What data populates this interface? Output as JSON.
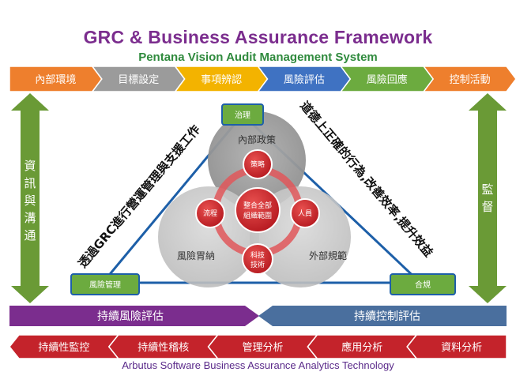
{
  "title": "GRC & Business Assurance Framework",
  "subtitle": "Pentana Vision Audit Management System",
  "top_flow": [
    {
      "label": "內部環境",
      "color": "#ee7f2d"
    },
    {
      "label": "目標設定",
      "color": "#9b9b9b"
    },
    {
      "label": "事項辨認",
      "color": "#f3b300"
    },
    {
      "label": "風險評估",
      "color": "#3f72c2"
    },
    {
      "label": "風險回應",
      "color": "#6cab3f"
    },
    {
      "label": "控制活動",
      "color": "#ee7f2d"
    }
  ],
  "left_arrow": {
    "label": "資訊與溝通",
    "color": "#6a9a36"
  },
  "right_arrow": {
    "label": "監督",
    "color": "#6a9a36"
  },
  "triangle": {
    "top_box": "治理",
    "left_box": "風險管理",
    "right_box": "合規",
    "left_side_text": "透過GRC進行營運管理與支援工作",
    "right_side_text": "道德上正確的行為,改善效率,提升效益"
  },
  "venn": {
    "top": "內部政策",
    "left": "風險胃納",
    "right": "外部規範"
  },
  "circles": {
    "center": [
      "整合全部",
      "組織範圍"
    ],
    "top": "策略",
    "left": "流程",
    "right": "人員",
    "bottom": [
      "科技",
      "技術"
    ]
  },
  "bands": {
    "left": {
      "label": "持續風險評估",
      "color": "#7b2d8e"
    },
    "right": {
      "label": "持續控制評估",
      "color": "#4a6f9e"
    }
  },
  "bottom_flow": [
    {
      "label": "持續性監控"
    },
    {
      "label": "持續性稽核"
    },
    {
      "label": "管理分析"
    },
    {
      "label": "應用分析"
    },
    {
      "label": "資料分析"
    }
  ],
  "bottom_flow_color": "#c4232b",
  "footer": "Arbutus Software Business Assurance Analytics Technology"
}
